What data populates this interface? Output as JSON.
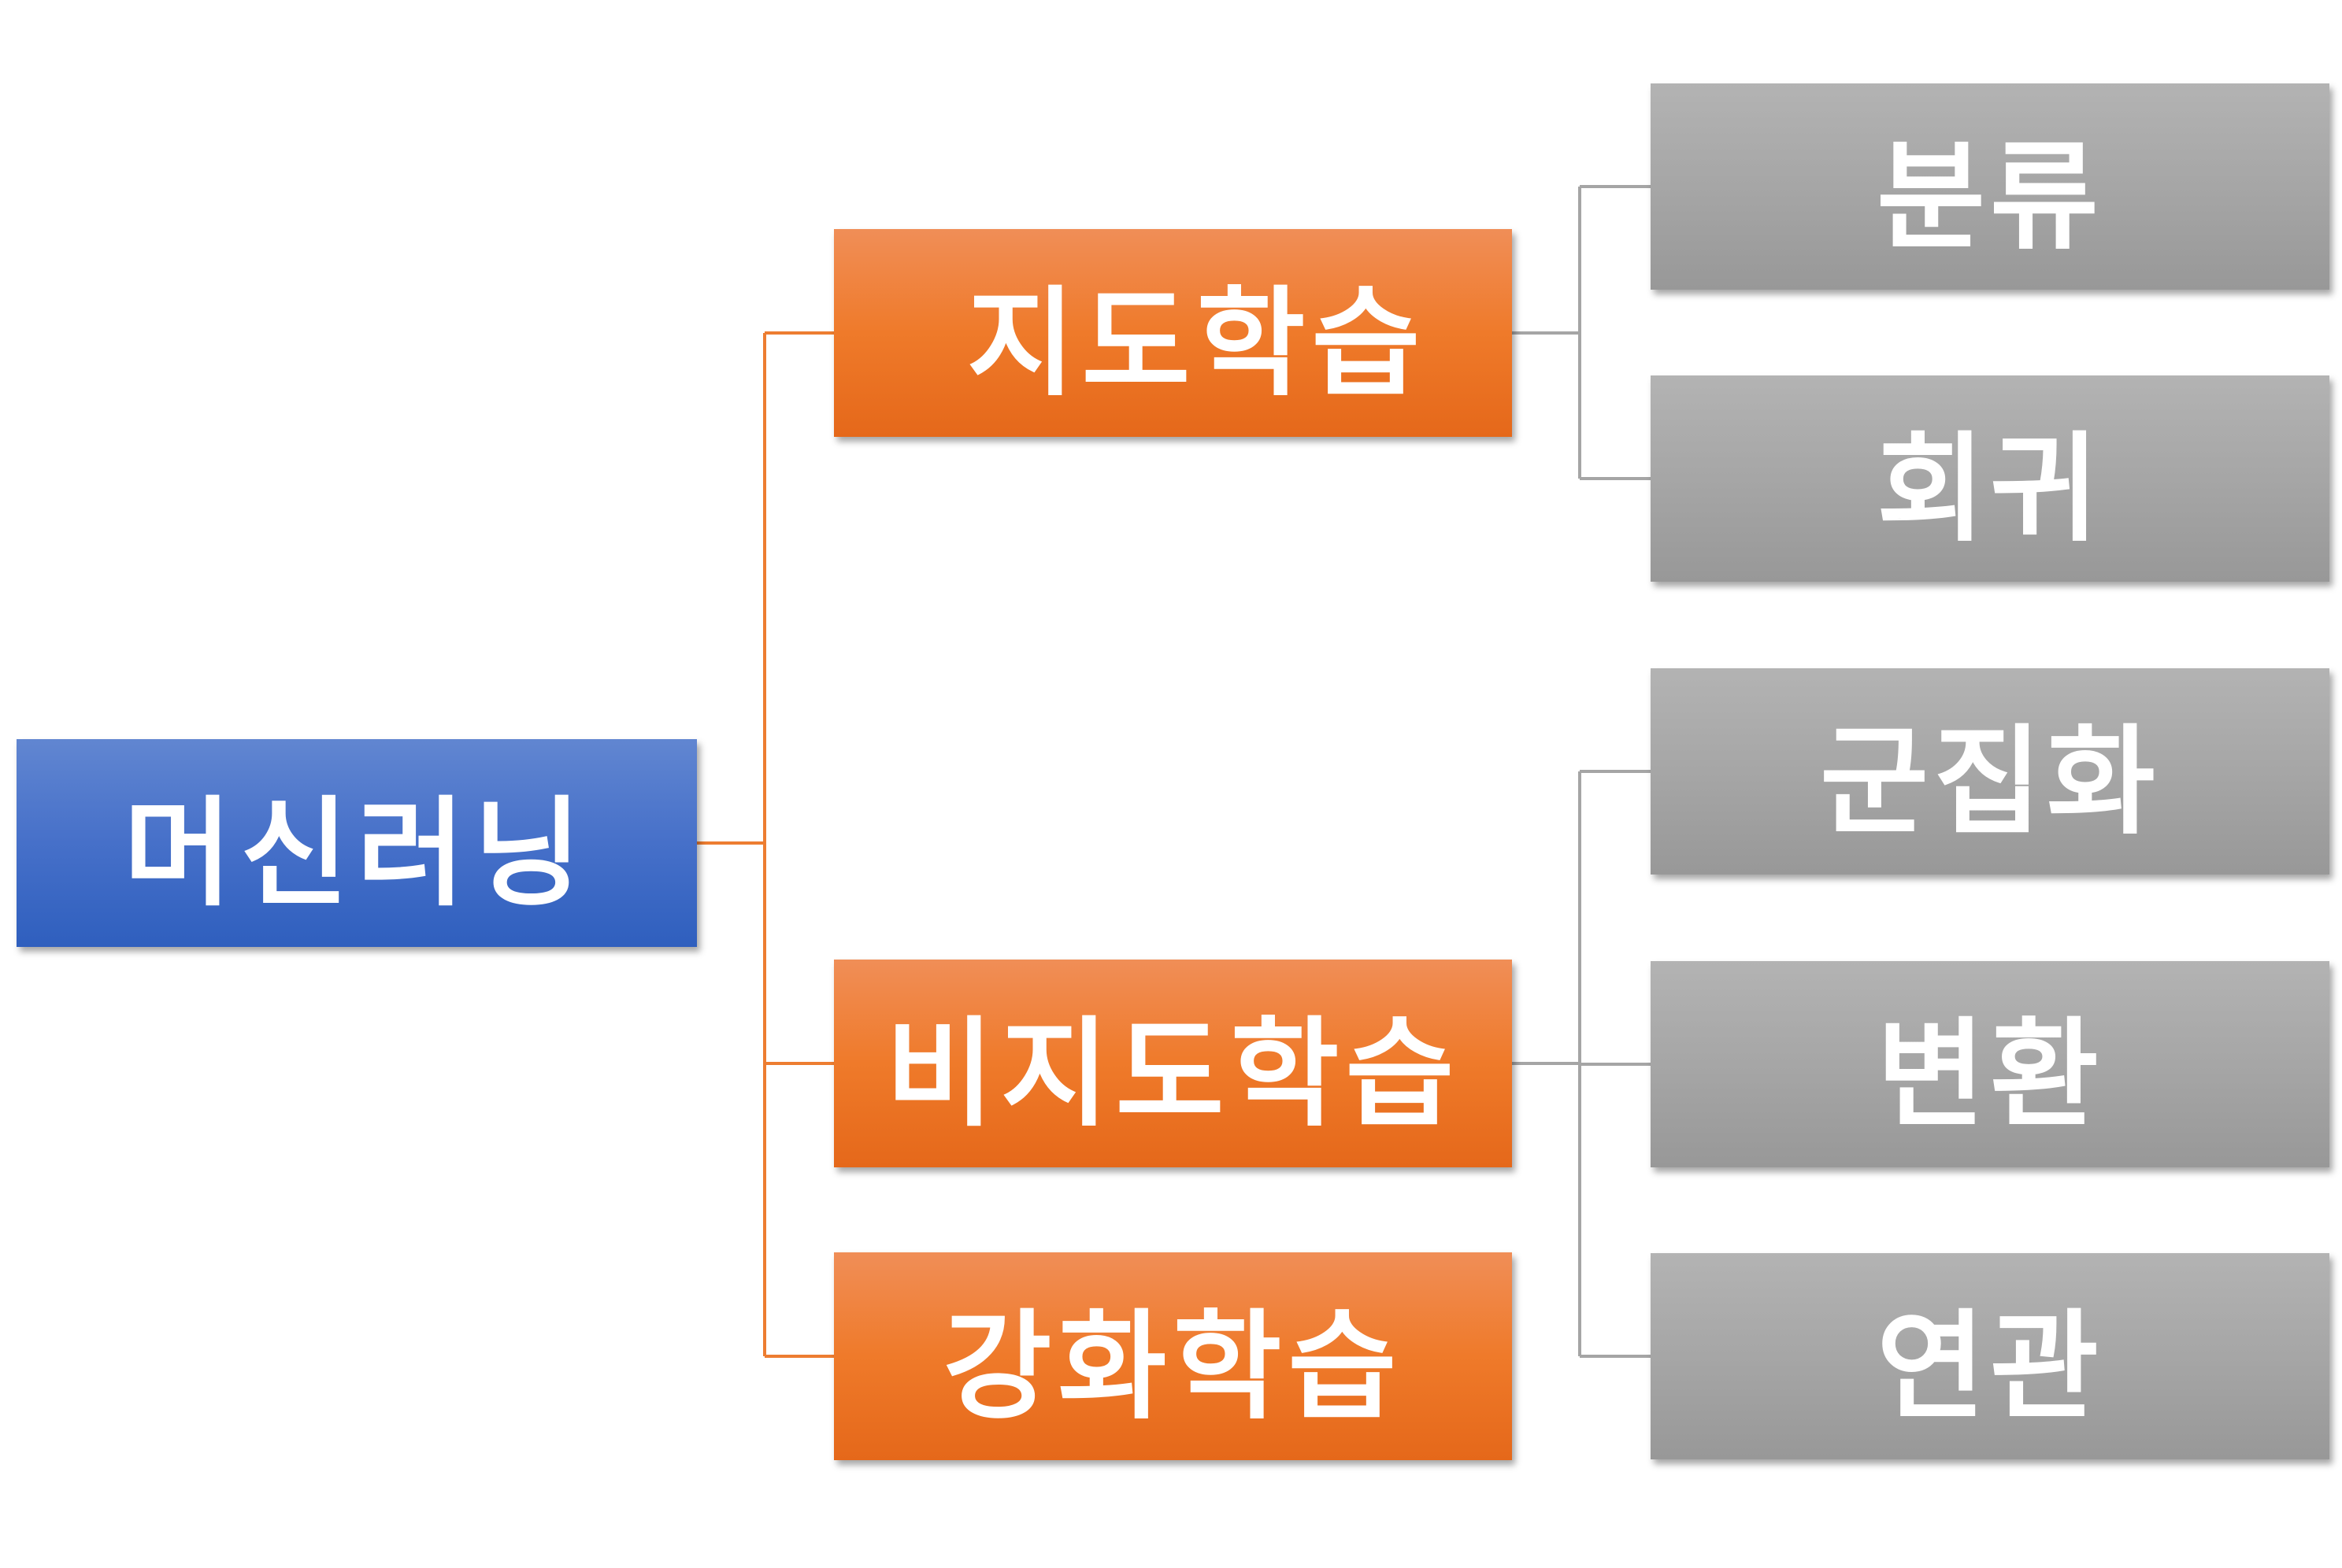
{
  "diagram": {
    "root": {
      "label": "머신러닝",
      "color": "#4670c9"
    },
    "branches": [
      {
        "label": "지도학습",
        "color": "#ef7a2a",
        "children": [
          "분류",
          "회귀"
        ]
      },
      {
        "label": "비지도학습",
        "color": "#ef7a2a",
        "children": [
          "군집화",
          "변환",
          "연관"
        ]
      },
      {
        "label": "강화학습",
        "color": "#ef7a2a",
        "children": []
      }
    ],
    "connector_colors": {
      "root_to_branch": "#ed7d31",
      "branch_to_leaf": "#a5a5a5"
    }
  }
}
